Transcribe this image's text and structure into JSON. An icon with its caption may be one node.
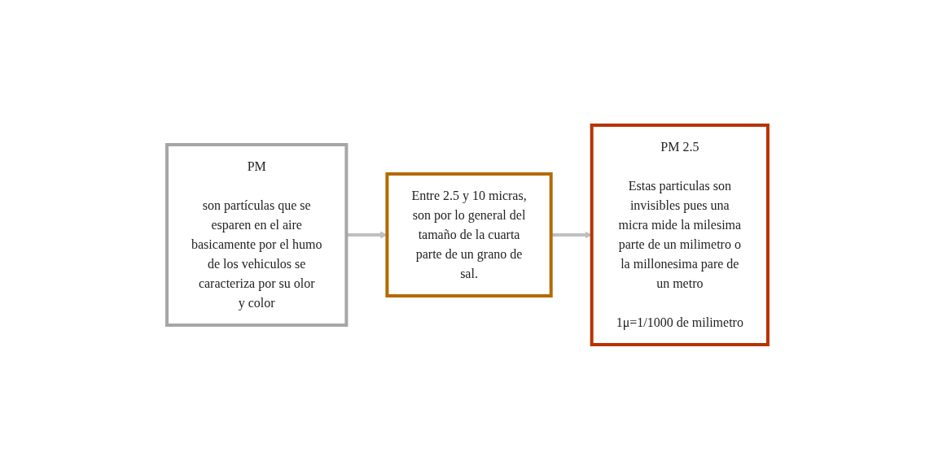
{
  "diagram": {
    "nodes": [
      {
        "text": [
          "PM",
          "son partículas que se esparen en el aire basicamente por el humo de los vehiculos se caracteriza por su olor y color"
        ]
      },
      {
        "text": [
          "Entre 2.5 y 10 micras, son por lo general del tamaño de la cuarta parte de un grano de sal."
        ]
      },
      {
        "text": [
          "PM 2.5",
          "Estas particulas son invisibles pues una micra mide la milesima parte de un milimetro o la millonesima pare de un metro",
          "1μ=1/1000 de milimetro"
        ]
      }
    ],
    "edges": [
      {
        "from": 0,
        "to": 1,
        "arrow": "to"
      },
      {
        "from": 1,
        "to": 2,
        "arrow": "to"
      }
    ]
  }
}
